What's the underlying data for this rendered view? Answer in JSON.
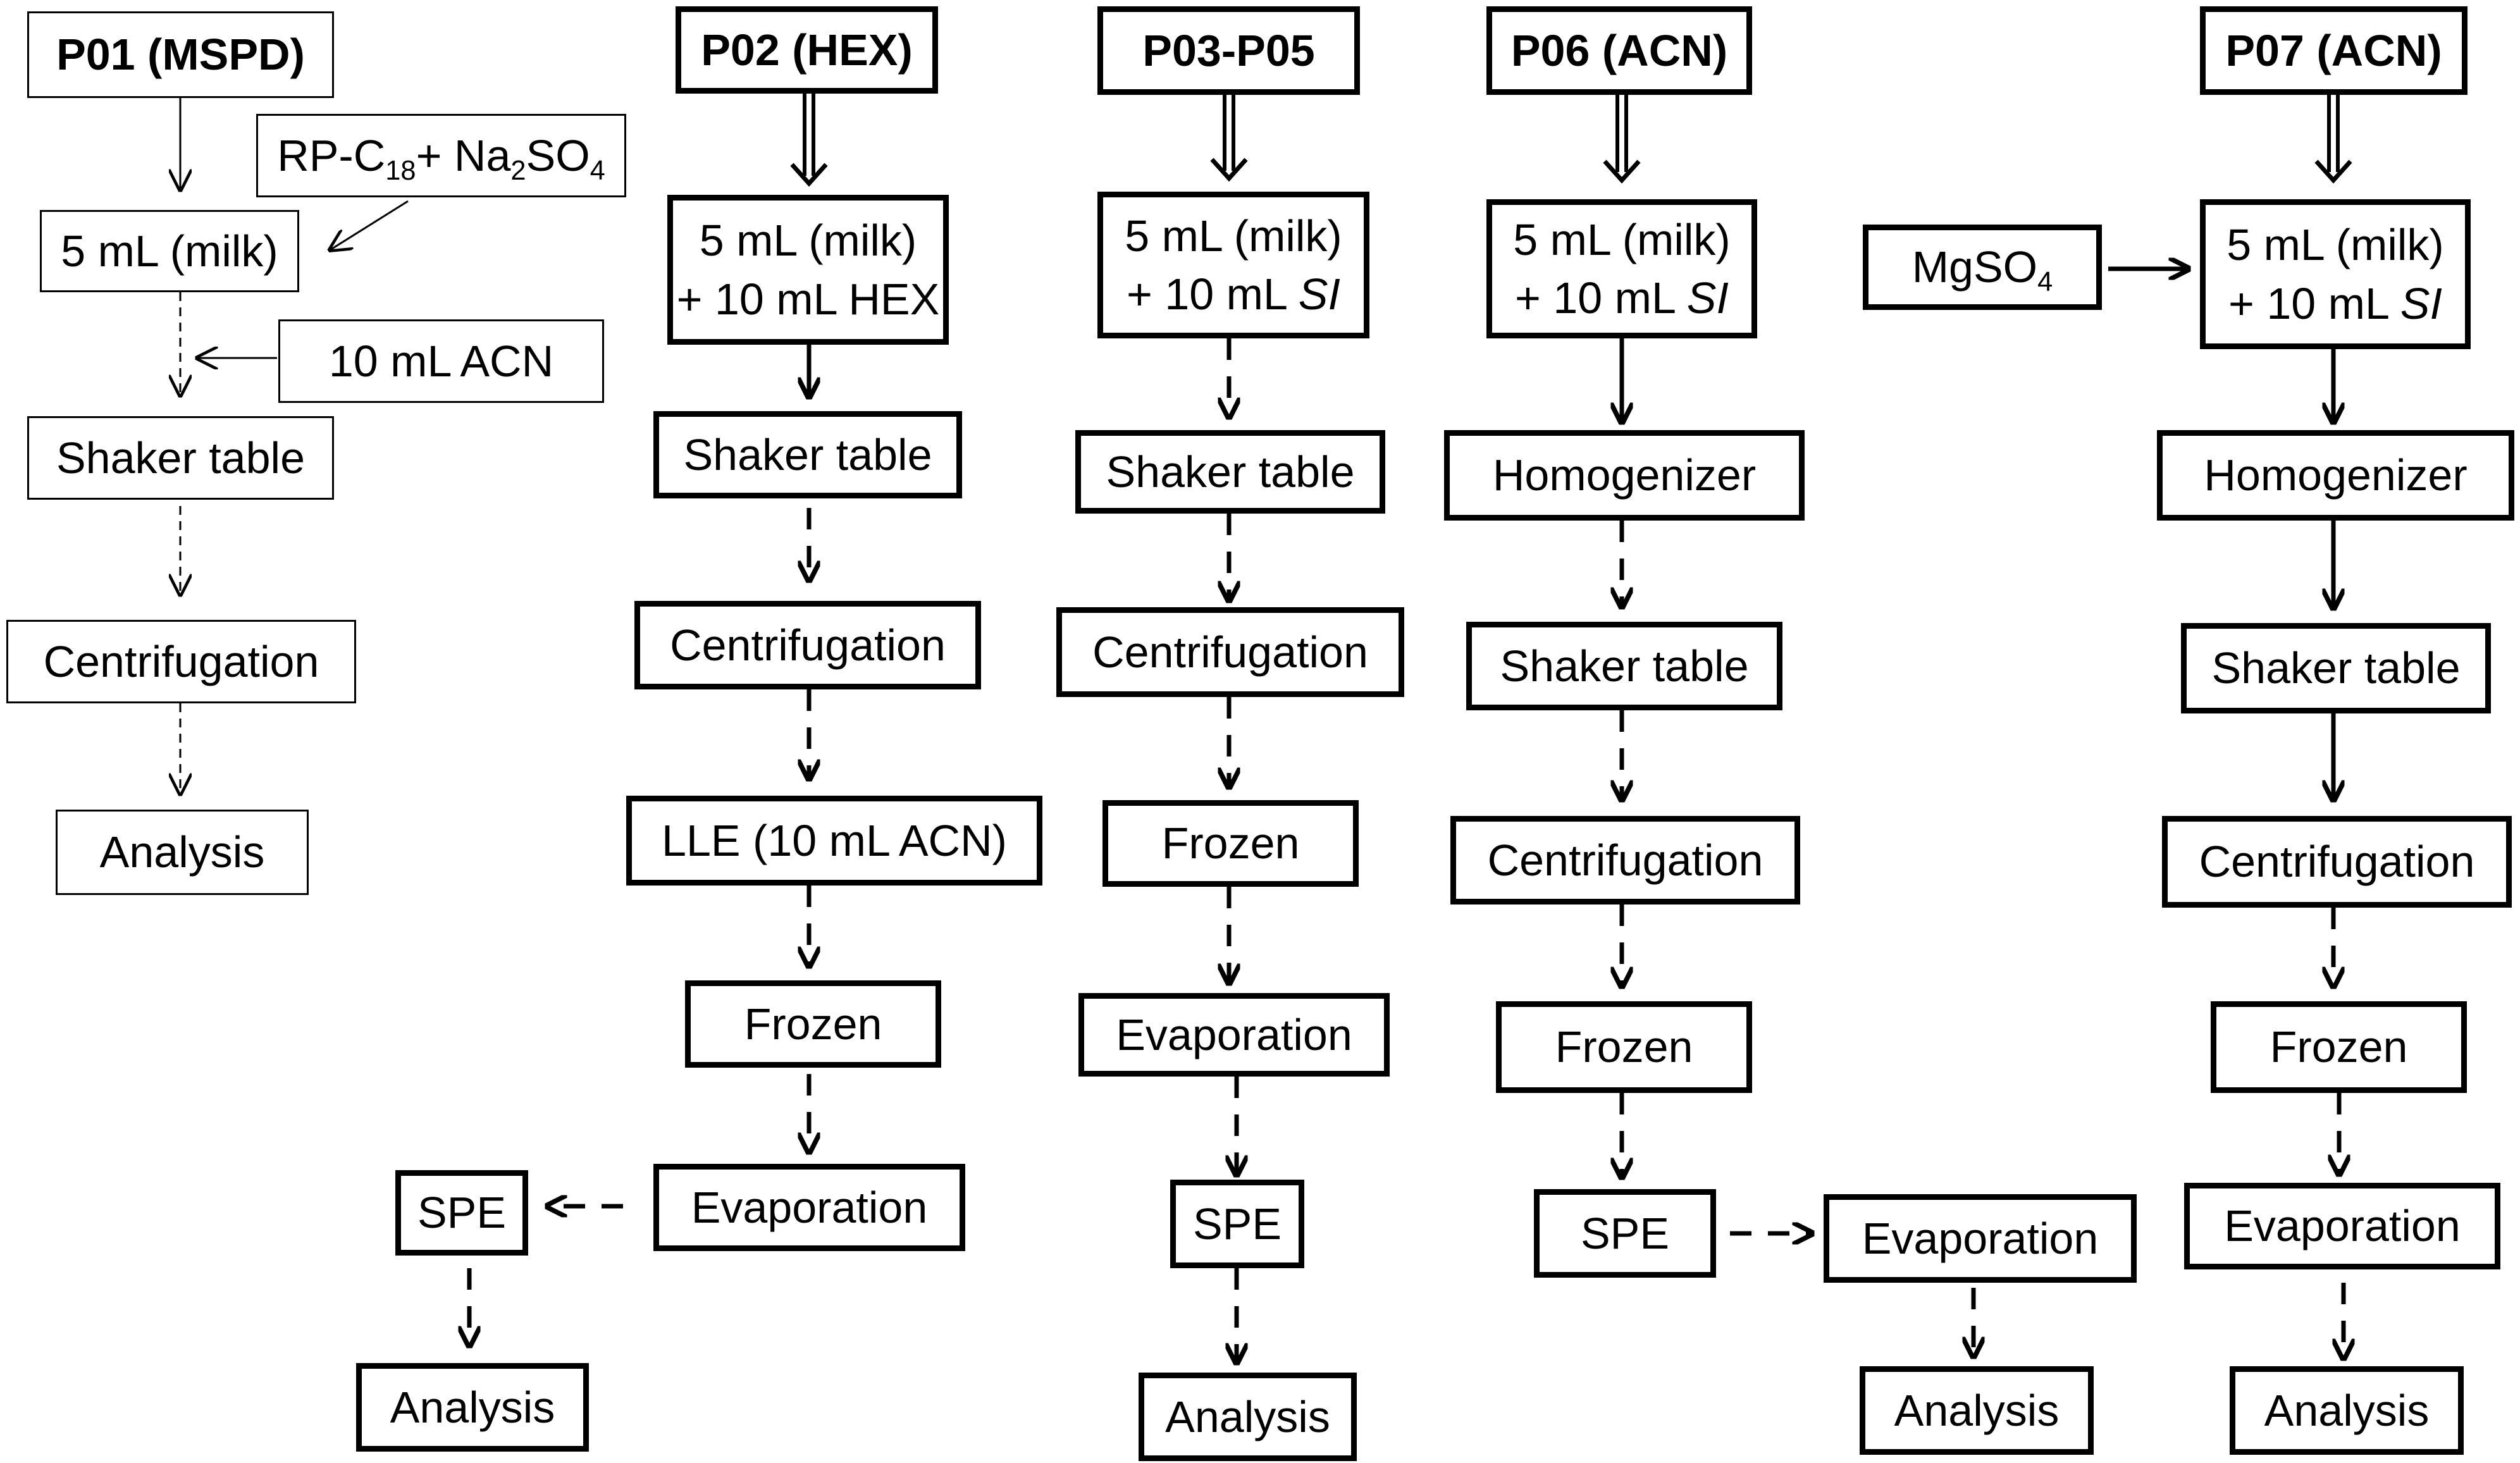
{
  "p01": {
    "header": "P01 (MSPD)",
    "reagent_main": "RP-C",
    "reagent_sub1": "18",
    "reagent_mid": "+ Na",
    "reagent_sub2": "2",
    "reagent_mid2": "SO",
    "reagent_sub3": "4",
    "sample": "5 mL (milk)",
    "solvent": "10 mL ACN",
    "step1": "Shaker table",
    "step2": "Centrifugation",
    "step3": "Analysis"
  },
  "p02": {
    "header": "P02 (HEX)",
    "sample_l1": "5 mL (milk)",
    "sample_l2": "+ 10 mL HEX",
    "step1": "Shaker table",
    "step2": "Centrifugation",
    "step3": "LLE (10 mL ACN)",
    "step4": "Frozen",
    "step5": "Evaporation",
    "spe": "SPE",
    "analysis": "Analysis"
  },
  "p03": {
    "header": "P03-P05",
    "sample_l1": "5 mL (milk)",
    "sample_l2": "+ 10 mL ",
    "sample_si": "SI",
    "step1": "Shaker table",
    "step2": "Centrifugation",
    "step3": "Frozen",
    "step4": "Evaporation",
    "step5": "SPE",
    "step6": "Analysis"
  },
  "p06": {
    "header": "P06 (ACN)",
    "sample_l1": "5 mL (milk)",
    "sample_l2": "+ 10 mL ",
    "sample_si": "SI",
    "step1": "Homogenizer",
    "step2": "Shaker table",
    "step3": "Centrifugation",
    "step4": "Frozen",
    "step5": "SPE",
    "evaporation": "Evaporation",
    "analysis": "Analysis"
  },
  "p07": {
    "header": "P07 (ACN)",
    "salt_main": "MgSO",
    "salt_sub": "4",
    "sample_l1": "5 mL (milk)",
    "sample_l2": "+ 10 mL ",
    "sample_si": "SI",
    "step1": "Homogenizer",
    "step2": "Shaker table",
    "step3": "Centrifugation",
    "step4": "Frozen",
    "step5": "Evaporation",
    "step6": "Analysis"
  }
}
